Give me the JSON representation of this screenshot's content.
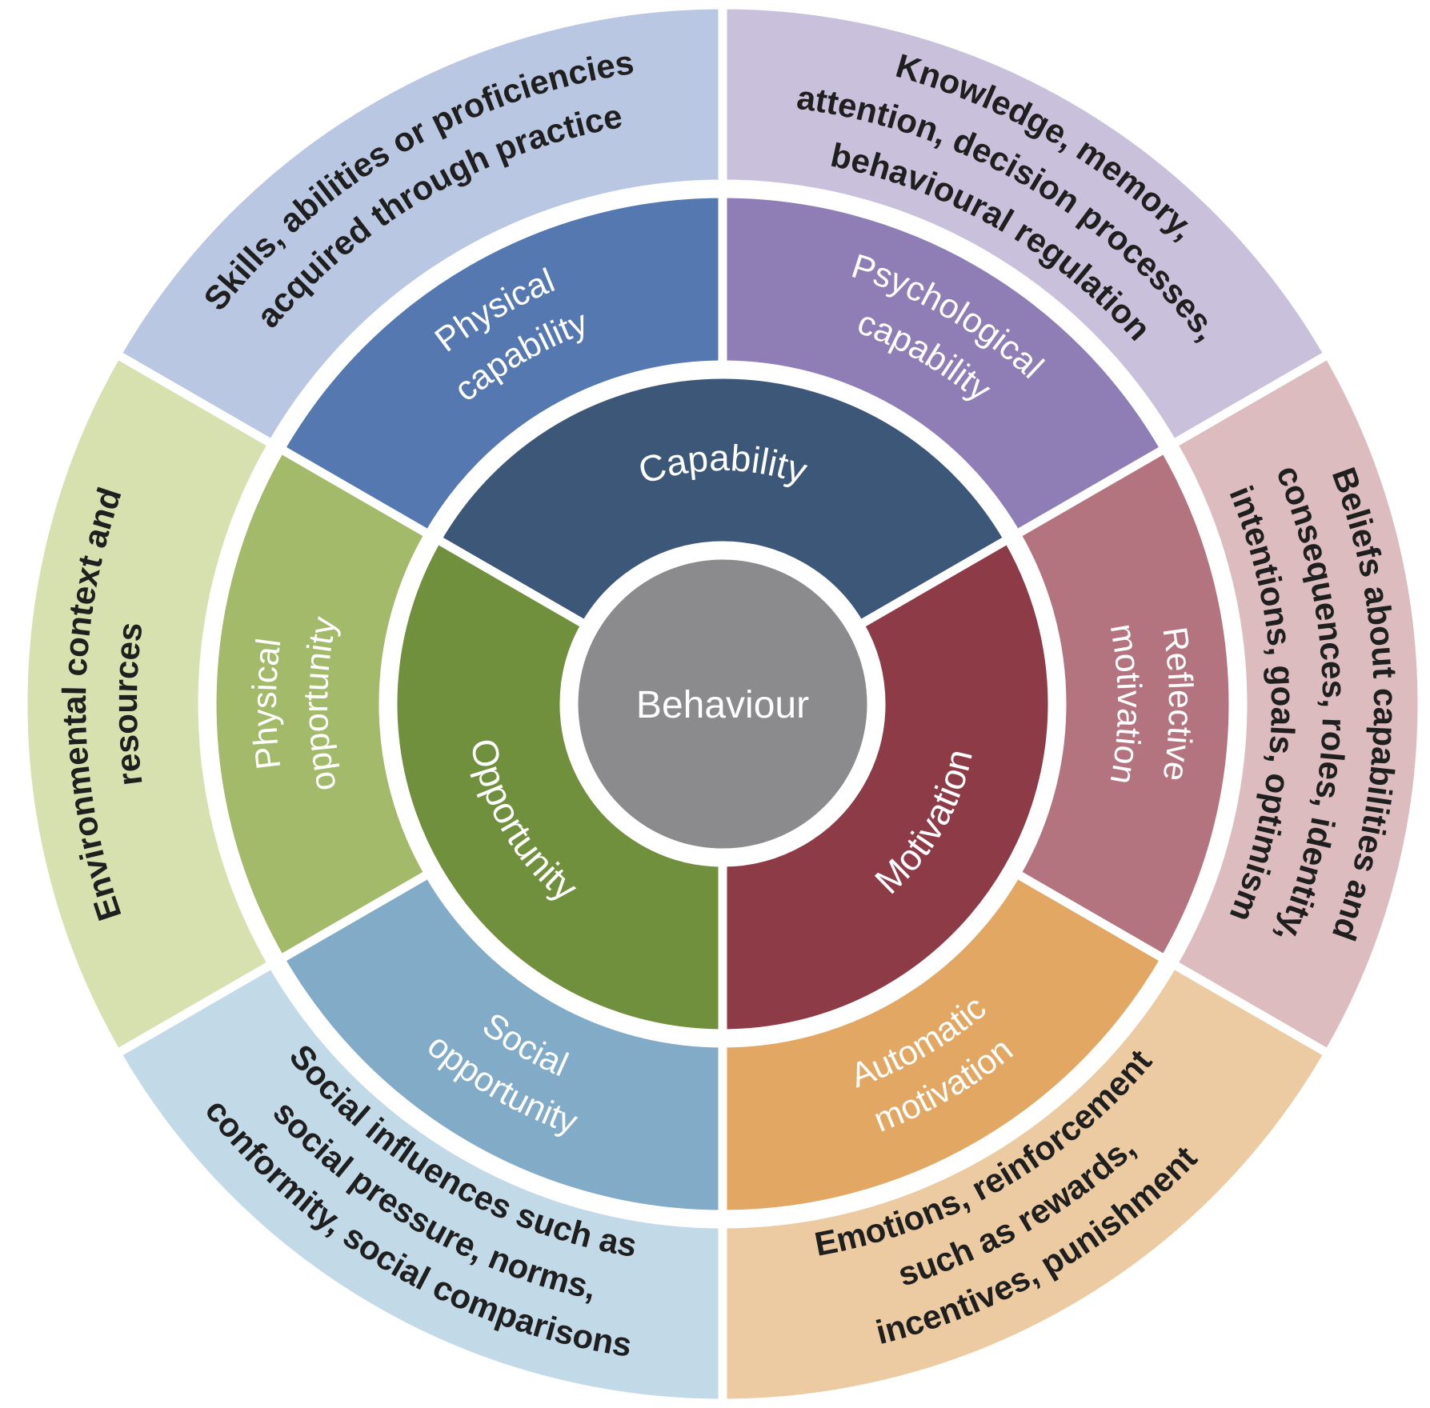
{
  "figure": {
    "name": "COM-B behaviour change wheel"
  },
  "center": {
    "label": "Behaviour",
    "color": "#8b8b8d",
    "text_color": "#ffffff"
  },
  "inner_ring": {
    "segments": [
      {
        "id": "capability",
        "label": "Capability",
        "color": "#3d5778"
      },
      {
        "id": "motivation",
        "label": "Motivation",
        "color": "#8d3b46"
      },
      {
        "id": "opportunity",
        "label": "Opportunity",
        "color": "#71903d"
      }
    ],
    "text_color": "#ffffff"
  },
  "middle_ring": {
    "segments": [
      {
        "id": "physical-capability",
        "lines": [
          "Physical",
          "capability"
        ],
        "color": "#5678b0"
      },
      {
        "id": "psychological-capability",
        "lines": [
          "Psychological",
          "capability"
        ],
        "color": "#8f7eb6"
      },
      {
        "id": "reflective-motivation",
        "lines": [
          "Reflective",
          "motivation"
        ],
        "color": "#b3747f"
      },
      {
        "id": "automatic-motivation",
        "lines": [
          "Automatic",
          "motivation"
        ],
        "color": "#e2a763"
      },
      {
        "id": "social-opportunity",
        "lines": [
          "Social",
          "opportunity"
        ],
        "color": "#82abc8"
      },
      {
        "id": "physical-opportunity",
        "lines": [
          "Physical",
          "opportunity"
        ],
        "color": "#a2ba69"
      }
    ],
    "text_color": "#ffffff"
  },
  "outer_ring": {
    "segments": [
      {
        "id": "physical-capability-description",
        "lines": [
          "Skills, abilities or proficiencies",
          "acquired through practice"
        ],
        "color": "#b9c7e2"
      },
      {
        "id": "psychological-capability-description",
        "lines": [
          "Knowledge, memory,",
          "attention, decision processes,",
          "behavioural regulation"
        ],
        "color": "#c9c1db"
      },
      {
        "id": "reflective-motivation-description",
        "lines": [
          "Beliefs about capabilities and",
          "consequences, roles, identity,",
          "intentions, goals, optimism"
        ],
        "color": "#dcbcbe"
      },
      {
        "id": "automatic-motivation-description",
        "lines": [
          "Emotions, reinforcement",
          "such as rewards,",
          "incentives, punishment"
        ],
        "color": "#eccba3"
      },
      {
        "id": "social-opportunity-description",
        "lines": [
          "Social influences such as",
          "social pressure, norms,",
          "conformity, social comparisons"
        ],
        "color": "#c2d9e8"
      },
      {
        "id": "environmental-context-description",
        "lines": [
          "Environmental context and",
          "resources"
        ],
        "color": "#d7e0af"
      }
    ],
    "text_color": "#1f1f1f"
  }
}
